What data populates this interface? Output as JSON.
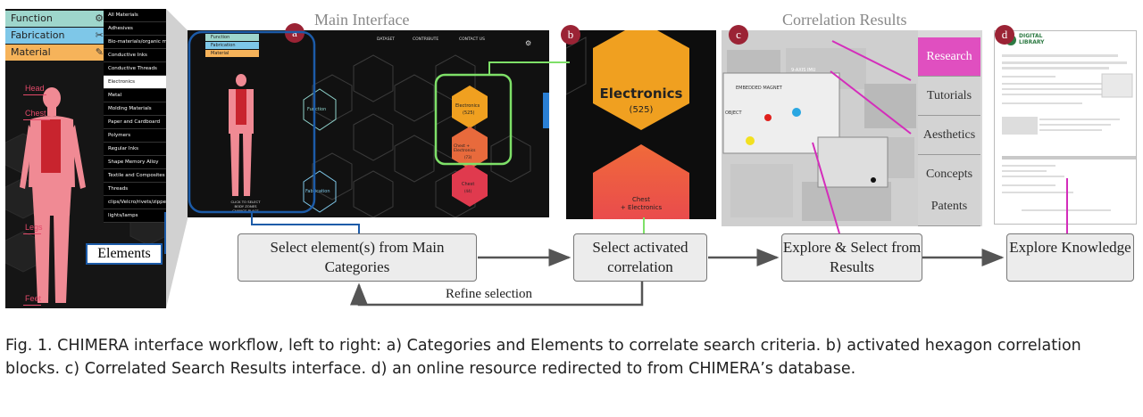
{
  "figure": {
    "caption": "Fig. 1.  CHIMERA interface workflow, left to right: a) Categories and Elements to correlate search criteria. b) activated hexagon correlation blocks. c) Correlated Search Results interface. d) an online resource redirected to from CHIMERA’s database."
  },
  "zoom_panel": {
    "categories": [
      {
        "label": "Function",
        "color": "#9ed6cc",
        "icon": "gear-icon"
      },
      {
        "label": "Fabrication",
        "color": "#7ec7e8",
        "icon": "scissors-icon"
      },
      {
        "label": "Material",
        "color": "#f6b35a",
        "icon": "pencil-icon"
      }
    ],
    "materials": [
      "All Materials",
      "Adhesives",
      "Bio-materials/organic materials",
      "Conductive Inks",
      "Conductive Threads",
      "Electronics",
      "Metal",
      "Molding Materials",
      "Paper and Cardboard",
      "Polymers",
      "Regular Inks",
      "Shape Memory Alloy",
      "Textile and Composites",
      "Threads",
      "clips/Velcro/rivets/zippers",
      "lights/lamps"
    ],
    "selected_material": "Electronics",
    "body_labels": [
      "Head",
      "Chest",
      "Legs",
      "Feet"
    ],
    "elements_label": "Elements"
  },
  "panel_a": {
    "title": "Main Interface",
    "badge": "a",
    "nav": [
      "DATASET",
      "CONTRIBUTE",
      "CONTACT US"
    ],
    "hex_function": "Function",
    "hex_fabrication": "Fabrication",
    "hex_electronics": "Electronics",
    "hex_electronics_count": "(525)",
    "hex_chest": "Chest",
    "hex_chest_count": "(44)",
    "hex_mid": "Chest + Electronics",
    "hex_mid_count": "(73)",
    "click_hint": "CLICK TO SELECT\nBODY ZONES\nCHANGE PLACE"
  },
  "panel_b": {
    "badge": "b",
    "hex_top": "Electronics",
    "hex_top_count": "(525)",
    "hex_bottom": "Chest\n+ Electronics"
  },
  "panel_c": {
    "title": "Correlation Results",
    "badge": "c",
    "tabs": [
      "Research",
      "Tutorials",
      "Aesthetics",
      "Concepts",
      "Patents"
    ],
    "active_tab": "Research",
    "photo_labels": [
      "EMBEDDED MAGNET",
      "9-AXIS IMU",
      "OBJECT"
    ]
  },
  "panel_d": {
    "badge": "d",
    "library": "DIGITAL\nLIBRARY"
  },
  "flow": {
    "step1": "Select element(s) from Main Categories",
    "step2": "Select activated correlation",
    "step3": "Explore & Select from Results",
    "step4": "Explore Knowledge",
    "refine": "Refine selection"
  },
  "colors": {
    "blue": "#1c5ba8",
    "green": "#7ee068",
    "magenta": "#d42dbb",
    "hex_orange": "#f0a020",
    "hex_red": "#e03a4e",
    "badge": "#9b2335"
  }
}
